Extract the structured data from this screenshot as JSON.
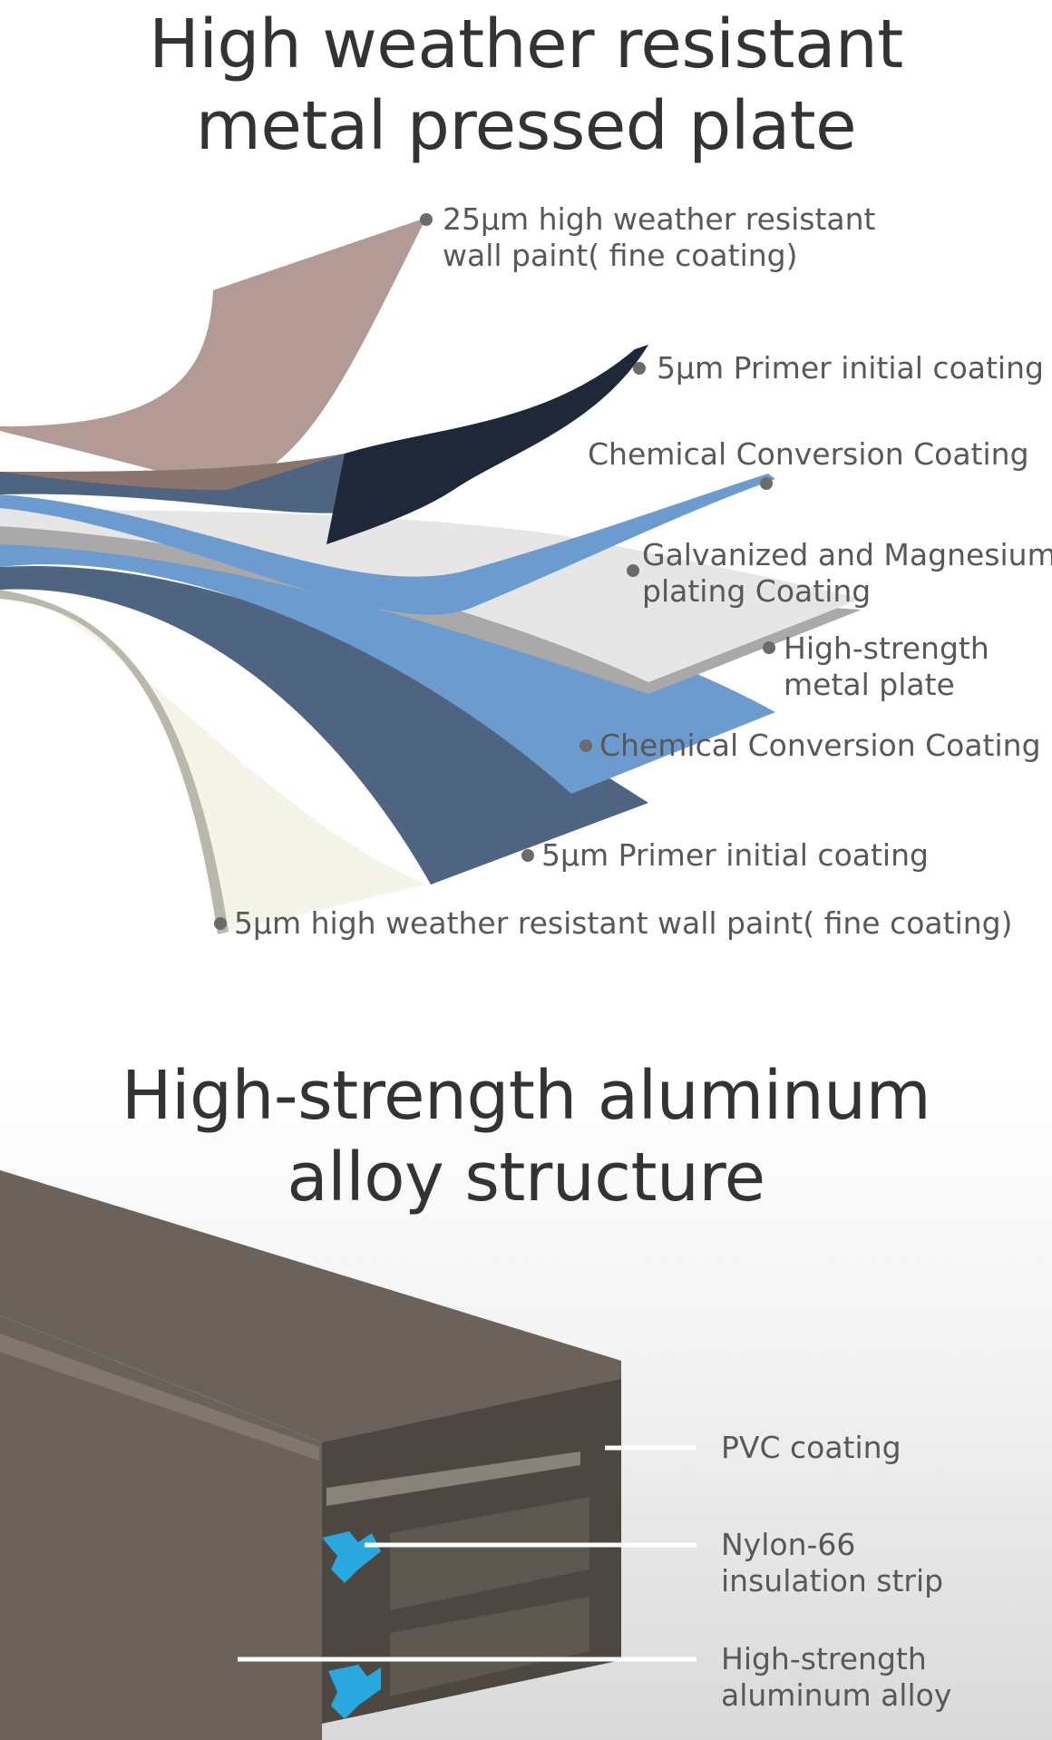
{
  "section_plate": {
    "title_lines": [
      "High weather resistant",
      "metal pressed plate"
    ],
    "layers": [
      {
        "lines": [
          "25µm  high weather resistant",
          "wall paint( fine coating)"
        ]
      },
      {
        "lines": [
          "5µm Primer initial coating"
        ]
      },
      {
        "lines": [
          "Chemical Conversion Coating"
        ]
      },
      {
        "lines": [
          "Galvanized and Magnesium",
          "plating Coating"
        ]
      },
      {
        "lines": [
          "High-strength",
          "metal plate"
        ]
      },
      {
        "lines": [
          "Chemical Conversion Coating"
        ]
      },
      {
        "lines": [
          "5µm Primer initial coating"
        ]
      },
      {
        "lines": [
          "5µm high weather resistant wall paint( fine coating)"
        ]
      }
    ],
    "colors": {
      "top_paint": "#b39a94",
      "top_primer": "#1f2838",
      "conversion": "#6c9bd0",
      "galvanized": "#e6e6e6",
      "metal": "#a9a9a9",
      "bottom_primer": "#4e6480",
      "bottom_paint": "#f5f4e8"
    }
  },
  "section_alloy": {
    "title_lines": [
      "High-strength aluminum",
      "alloy structure"
    ],
    "parts": [
      {
        "lines": [
          "PVC coating"
        ]
      },
      {
        "lines": [
          "Nylon-66",
          "insulation strip"
        ]
      },
      {
        "lines": [
          "High-strength",
          "aluminum alloy"
        ]
      }
    ],
    "colors": {
      "profile": "#6b635b",
      "profile_dark": "#4d4741",
      "insulation": "#29a8e0"
    }
  }
}
